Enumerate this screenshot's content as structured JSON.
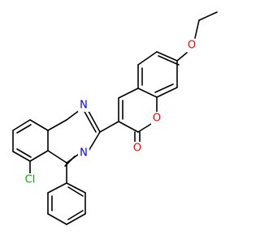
{
  "colors": {
    "bond": "#000000",
    "N": "#0000ff",
    "O": "#ff0000",
    "Cl": "#00b000"
  },
  "atoms": {
    "N1": "N",
    "N2": "N",
    "O_ring": "O",
    "O_carbonyl": "O",
    "O_ether": "O",
    "Cl": "Cl"
  }
}
